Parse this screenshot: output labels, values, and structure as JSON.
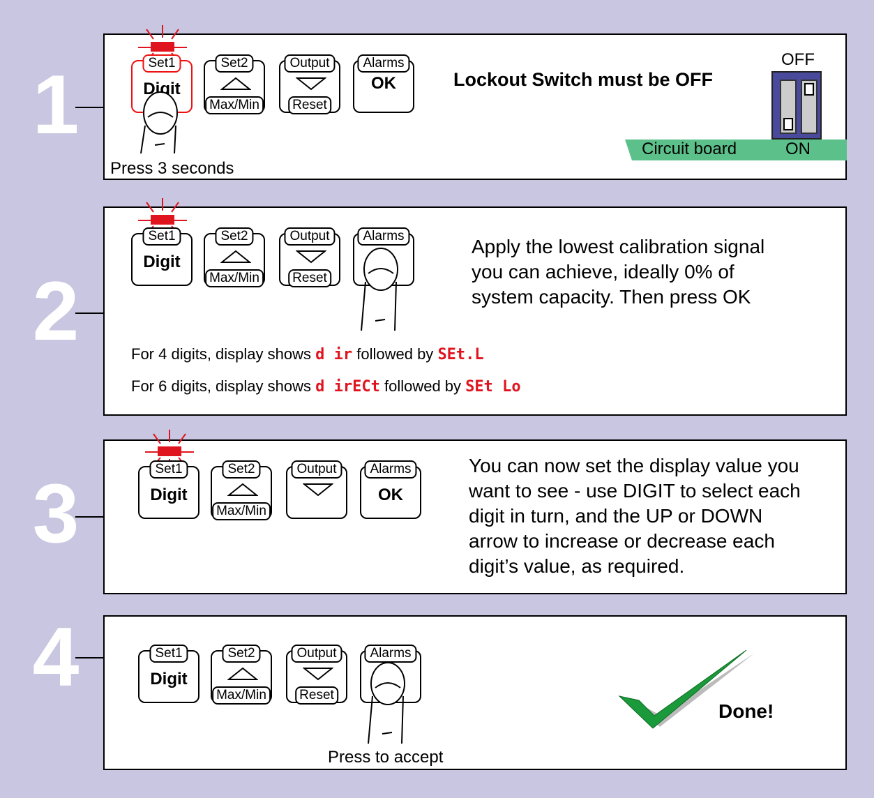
{
  "steps": [
    {
      "number": "1",
      "keys": [
        "Set1",
        "Digit",
        "Set2",
        "Max/Min",
        "Output",
        "Reset",
        "Alarms",
        "OK"
      ],
      "instruction": "Lockout Switch must be OFF",
      "press_note": "Press 3 seconds",
      "switch": {
        "off_label": "OFF",
        "on_label": "ON",
        "board_label": "Circuit board"
      }
    },
    {
      "number": "2",
      "instruction_lines": [
        "Apply the lowest  calibration signal",
        "you can achieve, ideally  0% of",
        "system capacity. Then press OK"
      ],
      "line1_prefix": "For 4 digits, display shows",
      "line1_code1": "d ir",
      "line1_mid": "followed by",
      "line1_code2": "SEt.L",
      "line2_prefix": "For 6 digits, display shows",
      "line2_code1": "d irECt",
      "line2_mid": "followed by",
      "line2_code2": "SEt Lo"
    },
    {
      "number": "3",
      "instruction_lines": [
        "You can now set the display value you",
        "want to see - use DIGIT to select each",
        "digit in turn, and the UP or DOWN",
        "arrow to increase or decrease each",
        "digit’s value, as required."
      ]
    },
    {
      "number": "4",
      "press_note": "Press to accept",
      "done_label": "Done!"
    }
  ],
  "colors": {
    "background": "#c8c6e0",
    "led": "#e0141e",
    "board": "#5cc08a",
    "switch": "#4a4a9c",
    "check": "#1a9a3a"
  }
}
